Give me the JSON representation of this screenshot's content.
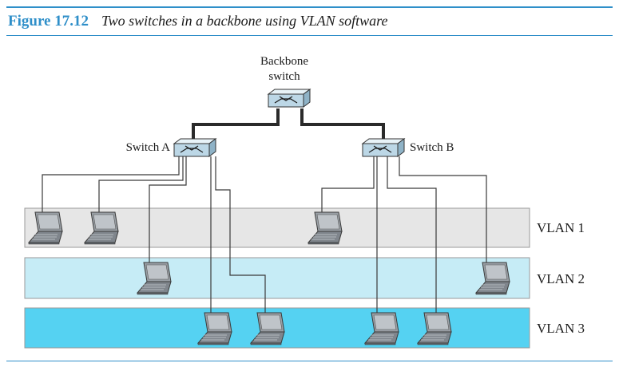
{
  "figure": {
    "number": "Figure 17.12",
    "caption": "Two switches in a backbone using VLAN software"
  },
  "labels": {
    "backbone_line1": "Backbone",
    "backbone_line2": "switch",
    "switch_a": "Switch A",
    "switch_b": "Switch B"
  },
  "vlans": [
    {
      "label": "VLAN 1",
      "color": "#e6e6e6"
    },
    {
      "label": "VLAN 2",
      "color": "#c6ecf6"
    },
    {
      "label": "VLAN 3",
      "color": "#55d2f2"
    }
  ],
  "colors": {
    "accent": "#2f8fc9",
    "switch_body": "#cfe8f3",
    "laptop": "#8a8f96"
  },
  "icons": {
    "switch": "switch-icon",
    "laptop": "laptop-icon"
  }
}
